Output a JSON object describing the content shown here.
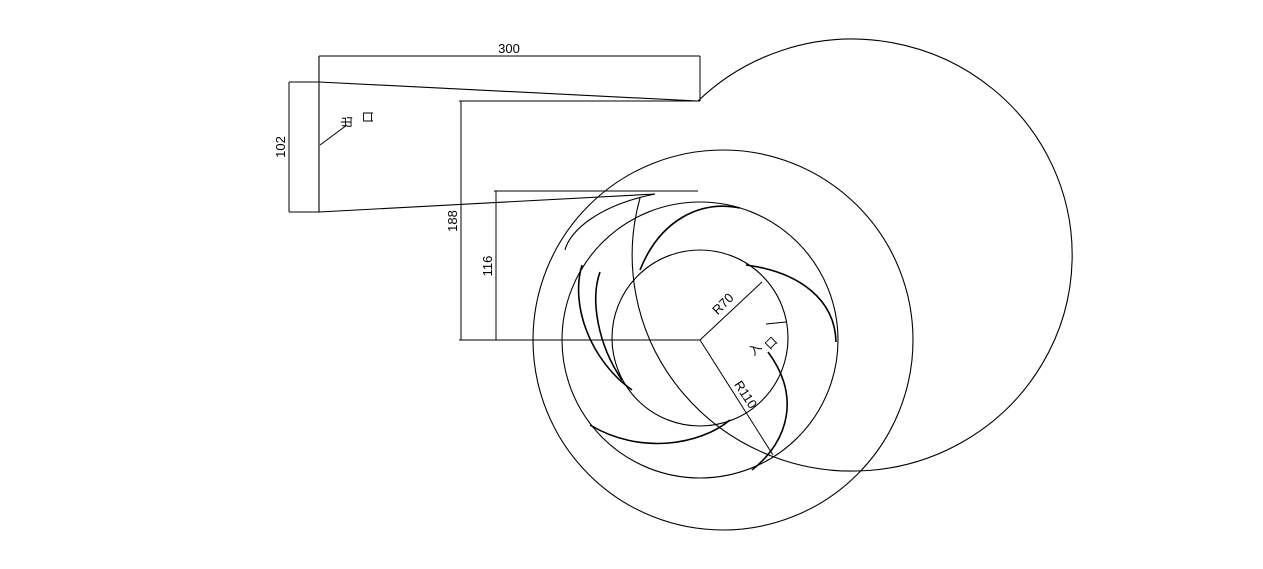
{
  "dimensions": {
    "outlet_length": "300",
    "outlet_height": "102",
    "casing_height": "188",
    "cutoff_height": "116",
    "inner_radius": "R70",
    "outer_radius": "R110"
  },
  "labels": {
    "outlet": [
      "出",
      "口"
    ],
    "inlet": [
      "入",
      "口"
    ]
  },
  "colors": {
    "line": "#000000",
    "background": "#ffffff"
  }
}
